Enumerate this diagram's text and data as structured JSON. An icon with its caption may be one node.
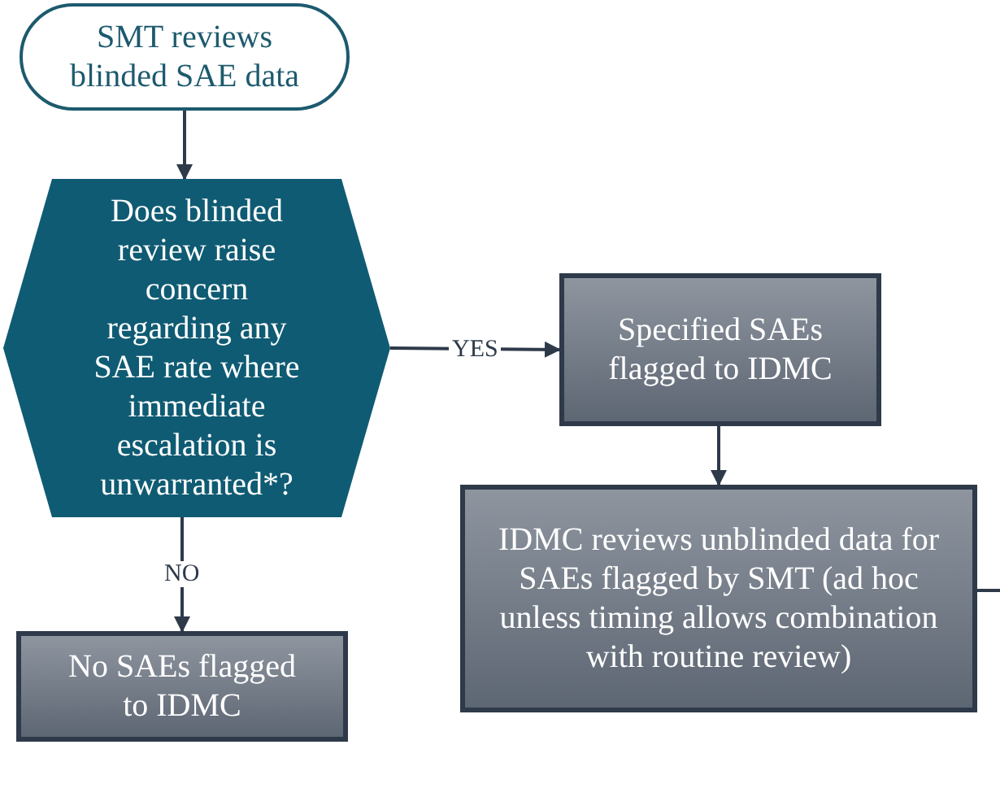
{
  "diagram": {
    "nodes": [
      {
        "text": [
          "SMT reviews blinded SAE data"
        ]
      },
      {
        "text": [
          "Does blinded review raise concern regarding any SAE rate where immediate escalation is unwarranted*?"
        ]
      },
      {
        "text": [
          "Specified SAEs flagged to IDMC"
        ]
      },
      {
        "text": [
          "IDMC reviews unblinded data for SAEs flagged by SMT (ad hoc unless timing allows combination with routine review)"
        ]
      },
      {
        "text": [
          "No SAEs flagged to IDMC"
        ]
      }
    ],
    "edges": [
      {
        "from": 0,
        "to": 1,
        "arrow": "to"
      },
      {
        "from": 1,
        "to": 2,
        "arrow": "to",
        "label": "YES"
      },
      {
        "from": 2,
        "to": 3,
        "arrow": "to"
      },
      {
        "from": 1,
        "to": 4,
        "arrow": "to",
        "label": "NO"
      },
      {
        "from": 3,
        "to": null,
        "arrow": "none"
      }
    ]
  }
}
